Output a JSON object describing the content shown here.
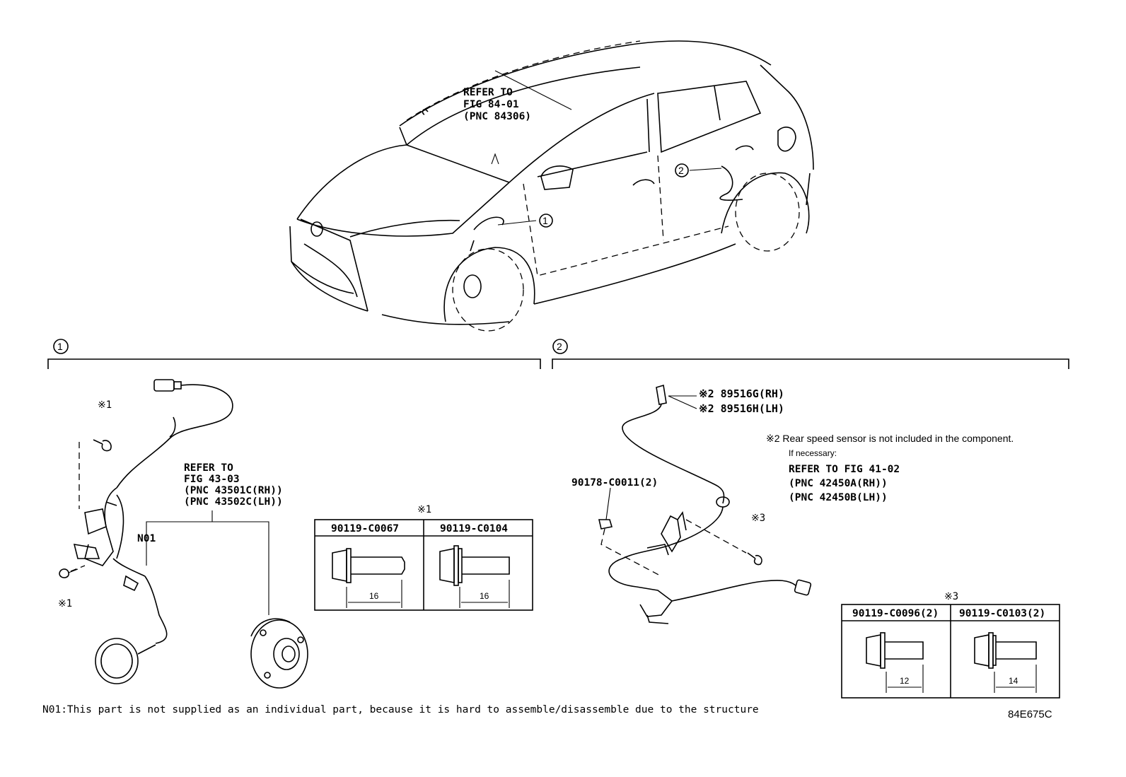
{
  "car_reference": {
    "line1": "REFER TO",
    "line2": "FIG 84-01",
    "line3": "(PNC 84306)"
  },
  "callouts": {
    "one": "1",
    "two": "2"
  },
  "front": {
    "mark_top": "※1",
    "mark_bottom": "※1",
    "refer_line1": "REFER TO",
    "refer_line2": "FIG 43-03",
    "refer_line3": "(PNC 43501C(RH))",
    "refer_line4": "(PNC 43502C(LH))",
    "n01_label": "N01",
    "bolt_table": {
      "mark": "※1",
      "col1": "90119-C0067",
      "col2": "90119-C0104",
      "dim1": "16",
      "dim2": "16"
    }
  },
  "rear": {
    "part_rh": "※2 89516G(RH)",
    "part_lh": "※2 89516H(LH)",
    "note_line1": "※2 Rear speed sensor is not included in the component.",
    "note_line2": "If necessary:",
    "refer_line1": "REFER TO FIG 41-02",
    "refer_line2": "(PNC 42450A(RH))",
    "refer_line3": "(PNC 42450B(LH))",
    "nut_label": "90178-C0011(2)",
    "mark3": "※3",
    "bolt_table": {
      "mark": "※3",
      "col1": "90119-C0096(2)",
      "col2": "90119-C0103(2)",
      "dim1": "12",
      "dim2": "14"
    }
  },
  "footnote": "N01:This part is not supplied as an individual part, because it is hard to assemble/disassemble due to the structure",
  "figure_code": "84E675C"
}
